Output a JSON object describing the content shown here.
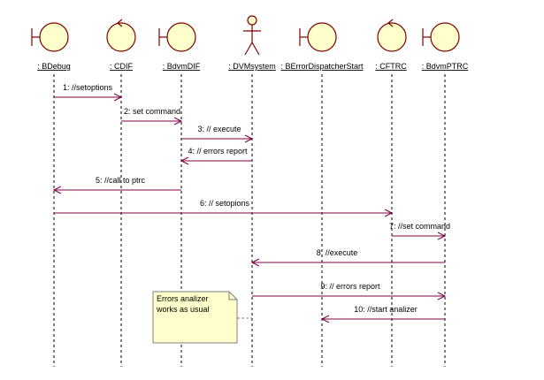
{
  "colors": {
    "object_fill": "#ffffcc",
    "object_stroke": "#800000",
    "message": "#800040",
    "lifeline": "#000000",
    "note_fill": "#ffffcc",
    "note_stroke": "#808080"
  },
  "objects": [
    {
      "id": "bdebug",
      "label": ": BDebug",
      "stereotype": "boundary"
    },
    {
      "id": "cdif",
      "label": ": CDIF",
      "stereotype": "control"
    },
    {
      "id": "bdvmdif",
      "label": ": BdvmDIF",
      "stereotype": "boundary"
    },
    {
      "id": "dvmsystem",
      "label": ": DVMsystem",
      "stereotype": "actor"
    },
    {
      "id": "berrordispatcher",
      "label": ": BErrorDispatcherStart",
      "stereotype": "boundary"
    },
    {
      "id": "cftrc",
      "label": ": CFTRC",
      "stereotype": "control"
    },
    {
      "id": "bdvmptrc",
      "label": ": BdvmPTRC",
      "stereotype": "boundary"
    }
  ],
  "messages": [
    {
      "label": "1: //setoptions",
      "from": "bdebug",
      "to": "cdif"
    },
    {
      "label": "2: set command",
      "from": "cdif",
      "to": "bdvmdif"
    },
    {
      "label": "3: // execute",
      "from": "bdvmdif",
      "to": "dvmsystem"
    },
    {
      "label": "4: // errors report",
      "from": "dvmsystem",
      "to": "bdvmdif"
    },
    {
      "label": "5: //call to ptrc",
      "from": "bdvmdif",
      "to": "bdebug"
    },
    {
      "label": "6: // setopions",
      "from": "bdebug",
      "to": "cftrc"
    },
    {
      "label": "7: //set command",
      "from": "cftrc",
      "to": "bdvmptrc"
    },
    {
      "label": "8: //execute",
      "from": "bdvmptrc",
      "to": "dvmsystem"
    },
    {
      "label": "9: // errors report",
      "from": "dvmsystem",
      "to": "bdvmptrc"
    },
    {
      "label": "10: //start analizer",
      "from": "bdvmptrc",
      "to": "berrordispatcher"
    }
  ],
  "note": {
    "lines": [
      "Errors analizer",
      "works as usual"
    ]
  }
}
